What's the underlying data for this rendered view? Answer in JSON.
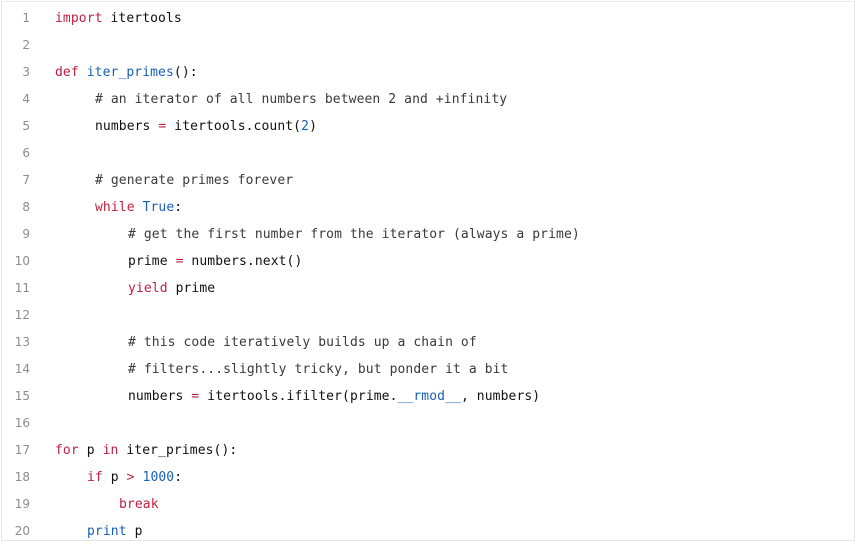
{
  "editor": {
    "language": "python",
    "colors": {
      "keyword": "#c02040",
      "function": "#1a5fb4",
      "number": "#1a5fb4",
      "comment": "#3a3a3a",
      "text": "#111111",
      "line_number": "#8c8c8c"
    },
    "lines": [
      {
        "n": "1",
        "indent": 0,
        "tokens": [
          {
            "t": "import",
            "c": "kw"
          },
          {
            "t": " itertools",
            "c": ""
          }
        ]
      },
      {
        "n": "2",
        "indent": 0,
        "tokens": []
      },
      {
        "n": "3",
        "indent": 0,
        "tokens": [
          {
            "t": "def",
            "c": "kw"
          },
          {
            "t": " ",
            "c": ""
          },
          {
            "t": "iter_primes",
            "c": "fn"
          },
          {
            "t": "():",
            "c": ""
          }
        ]
      },
      {
        "n": "4",
        "indent": 40,
        "tokens": [
          {
            "t": "# an iterator of all numbers between 2 and +infinity",
            "c": "cm"
          }
        ]
      },
      {
        "n": "5",
        "indent": 40,
        "tokens": [
          {
            "t": "numbers ",
            "c": ""
          },
          {
            "t": "=",
            "c": "op"
          },
          {
            "t": " itertools.count(",
            "c": ""
          },
          {
            "t": "2",
            "c": "num"
          },
          {
            "t": ")",
            "c": ""
          }
        ]
      },
      {
        "n": "6",
        "indent": 0,
        "tokens": []
      },
      {
        "n": "7",
        "indent": 40,
        "tokens": [
          {
            "t": "# generate primes forever",
            "c": "cm"
          }
        ]
      },
      {
        "n": "8",
        "indent": 40,
        "tokens": [
          {
            "t": "while",
            "c": "kw"
          },
          {
            "t": " ",
            "c": ""
          },
          {
            "t": "True",
            "c": "bi"
          },
          {
            "t": ":",
            "c": ""
          }
        ]
      },
      {
        "n": "9",
        "indent": 73,
        "tokens": [
          {
            "t": "# get the first number from the iterator (always a prime)",
            "c": "cm"
          }
        ]
      },
      {
        "n": "10",
        "indent": 73,
        "tokens": [
          {
            "t": "prime ",
            "c": ""
          },
          {
            "t": "=",
            "c": "op"
          },
          {
            "t": " numbers.next()",
            "c": ""
          }
        ]
      },
      {
        "n": "11",
        "indent": 73,
        "tokens": [
          {
            "t": "yield",
            "c": "kw"
          },
          {
            "t": " prime",
            "c": ""
          }
        ]
      },
      {
        "n": "12",
        "indent": 0,
        "tokens": []
      },
      {
        "n": "13",
        "indent": 73,
        "tokens": [
          {
            "t": "# this code iteratively builds up a chain of",
            "c": "cm"
          }
        ]
      },
      {
        "n": "14",
        "indent": 73,
        "tokens": [
          {
            "t": "# filters...slightly tricky, but ponder it a bit",
            "c": "cm"
          }
        ]
      },
      {
        "n": "15",
        "indent": 73,
        "tokens": [
          {
            "t": "numbers ",
            "c": ""
          },
          {
            "t": "=",
            "c": "op"
          },
          {
            "t": " itertools.ifilter(prime.",
            "c": ""
          },
          {
            "t": "__rmod__",
            "c": "dunder"
          },
          {
            "t": ", numbers)",
            "c": ""
          }
        ]
      },
      {
        "n": "16",
        "indent": 0,
        "tokens": []
      },
      {
        "n": "17",
        "indent": 0,
        "tokens": [
          {
            "t": "for",
            "c": "kw"
          },
          {
            "t": " p ",
            "c": ""
          },
          {
            "t": "in",
            "c": "kw"
          },
          {
            "t": " iter_primes():",
            "c": ""
          }
        ]
      },
      {
        "n": "18",
        "indent": 32,
        "tokens": [
          {
            "t": "if",
            "c": "kw"
          },
          {
            "t": " p ",
            "c": ""
          },
          {
            "t": ">",
            "c": "op"
          },
          {
            "t": " ",
            "c": ""
          },
          {
            "t": "1000",
            "c": "num"
          },
          {
            "t": ":",
            "c": ""
          }
        ]
      },
      {
        "n": "19",
        "indent": 64,
        "tokens": [
          {
            "t": "break",
            "c": "kw"
          }
        ]
      },
      {
        "n": "20",
        "indent": 32,
        "tokens": [
          {
            "t": "print",
            "c": "bi"
          },
          {
            "t": " p",
            "c": ""
          }
        ]
      }
    ]
  }
}
